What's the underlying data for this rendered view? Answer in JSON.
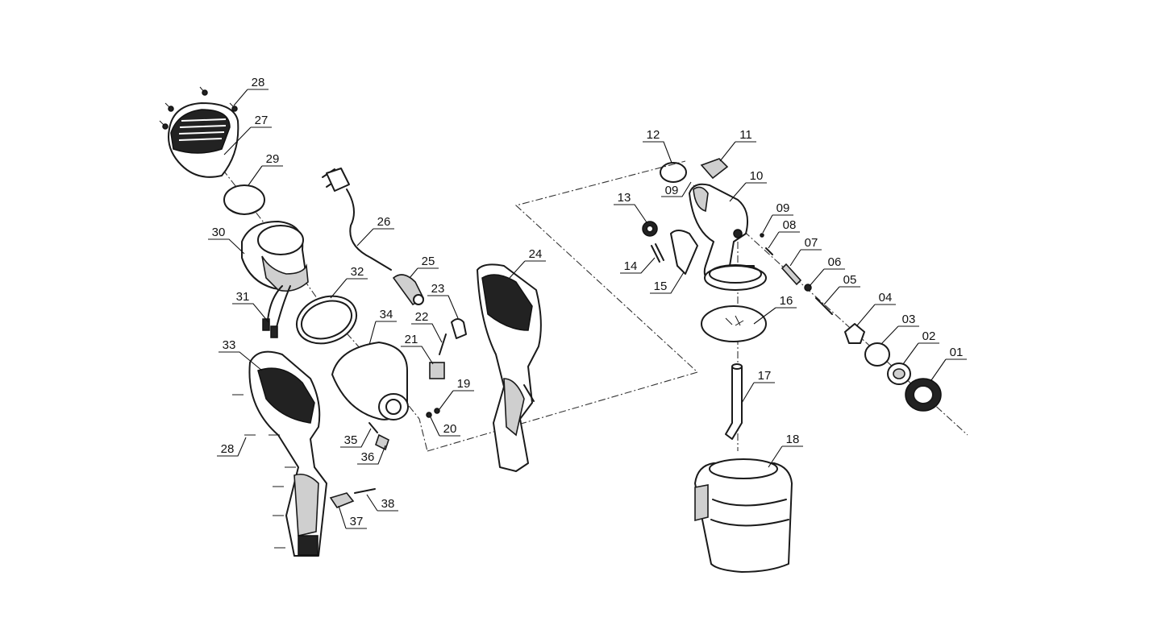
{
  "callouts": [
    {
      "label": "28"
    },
    {
      "label": "27"
    },
    {
      "label": "29"
    },
    {
      "label": "30"
    },
    {
      "label": "31"
    },
    {
      "label": "32"
    },
    {
      "label": "33"
    },
    {
      "label": "34"
    },
    {
      "label": "28"
    },
    {
      "label": "35"
    },
    {
      "label": "36"
    },
    {
      "label": "37"
    },
    {
      "label": "38"
    },
    {
      "label": "26"
    },
    {
      "label": "25"
    },
    {
      "label": "23"
    },
    {
      "label": "22"
    },
    {
      "label": "21"
    },
    {
      "label": "19"
    },
    {
      "label": "20"
    },
    {
      "label": "24"
    },
    {
      "label": "12"
    },
    {
      "label": "11"
    },
    {
      "label": "09"
    },
    {
      "label": "10"
    },
    {
      "label": "13"
    },
    {
      "label": "09"
    },
    {
      "label": "08"
    },
    {
      "label": "07"
    },
    {
      "label": "14"
    },
    {
      "label": "15"
    },
    {
      "label": "06"
    },
    {
      "label": "05"
    },
    {
      "label": "16"
    },
    {
      "label": "04"
    },
    {
      "label": "03"
    },
    {
      "label": "02"
    },
    {
      "label": "01"
    },
    {
      "label": "17"
    },
    {
      "label": "18"
    }
  ]
}
